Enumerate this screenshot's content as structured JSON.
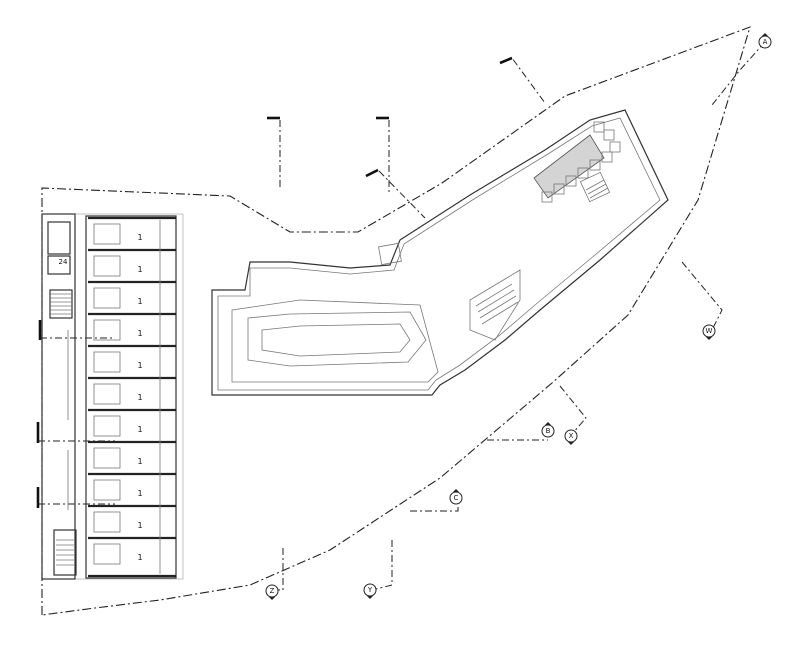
{
  "grid_markers": [
    {
      "id": "marker-a",
      "label": "A"
    },
    {
      "id": "marker-w",
      "label": "W"
    },
    {
      "id": "marker-b",
      "label": "B"
    },
    {
      "id": "marker-x",
      "label": "X"
    },
    {
      "id": "marker-c",
      "label": "C"
    },
    {
      "id": "marker-z",
      "label": "Z"
    },
    {
      "id": "marker-y",
      "label": "Y"
    }
  ],
  "core_room_label": "24",
  "unit_label": "1",
  "colors": {
    "line": "#222222",
    "fill_core": "#d4d4d4",
    "background": "#ffffff"
  }
}
